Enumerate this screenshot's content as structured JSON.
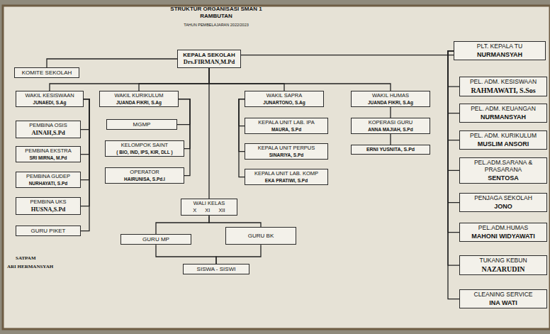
{
  "diagram": {
    "title": "STRUKTUR ORGANISASI SMAN 1 RAMBUTAN",
    "nodes": [
      {
        "text": [
          "KEPALA SEKOLAH",
          "Drs.FIRMAN,M.Pd"
        ]
      },
      {
        "text": [
          "KOMITE SEKOLAH"
        ]
      },
      {
        "text": [
          "WAKIL KESISWAAN",
          "JUNAEDI, S.Ag"
        ]
      },
      {
        "text": [
          "PEMBINA OSIS",
          "AINAH,S.Pd"
        ]
      },
      {
        "text": [
          "PEMBINA EKSTRA",
          "SRI MIRNA, M.Pd"
        ]
      },
      {
        "text": [
          "PEMBINA GUDEP",
          "NURHAYATI, S.Pd"
        ]
      },
      {
        "text": [
          "PEMBINA UKS",
          "HUSNA,S.Pd"
        ]
      },
      {
        "text": [
          "GURU PIKET"
        ]
      },
      {
        "text": [
          "WAKIL KURIKULUM",
          "JUANDA FIKRI, S.Ag"
        ]
      },
      {
        "text": [
          "MGMP"
        ]
      },
      {
        "text": [
          "KELOMPOK SAINT",
          "( BIO, IND, IPS, KIR, DLL )"
        ]
      },
      {
        "text": [
          "OPERATOR",
          "HAIRUNISA, S.Pd.I"
        ]
      },
      {
        "text": [
          "WAKIL SAPRA",
          "JUNARTONO, S.Ag"
        ]
      },
      {
        "text": [
          "KEPALA UNIT LAB. IPA",
          "MAURA, S.Pd"
        ]
      },
      {
        "text": [
          "KEPALA UNIT PERPUS",
          "SINARIYA, S.Pd"
        ]
      },
      {
        "text": [
          "KEPALA UNIT LAB. KOMP",
          "EKA PRATIWI, S.Pd"
        ]
      },
      {
        "text": [
          "WAKIL HUMAS",
          "JUANDA FIKRI, S.Ag"
        ]
      },
      {
        "text": [
          "KOPERASI GURU",
          "ANNA MAJIAH, S.Pd"
        ]
      },
      {
        "text": [
          "ERNI YUSNITA, S.Pd"
        ]
      },
      {
        "text": [
          "WALI KELAS",
          "X XI XII"
        ]
      },
      {
        "text": [
          "GURU MP"
        ]
      },
      {
        "text": [
          "GURU BK"
        ]
      },
      {
        "text": [
          "SISWA - SISWI"
        ]
      },
      {
        "text": [
          "PLT. KEPALA TU",
          "NURMANSYAH"
        ]
      },
      {
        "text": [
          "PEL. ADM. KESISWAAN",
          "RAHMAWATI, S.Sos"
        ]
      },
      {
        "text": [
          "PEL. ADM. KEUANGAN",
          "NURMANSYAH"
        ]
      },
      {
        "text": [
          "PEL. ADM. KURIKULUM",
          "MUSLIM ANSORI"
        ]
      },
      {
        "text": [
          "PEL.ADM.SARANA & PRASARANA",
          "SENTOSA"
        ]
      },
      {
        "text": [
          "PENJAGA SEKOLAH",
          "JONO"
        ]
      },
      {
        "text": [
          "PEL.ADM.HUMAS",
          "MAHONI WIDYAWATI"
        ]
      },
      {
        "text": [
          "TUKANG KEBUN",
          "NAZARUDIN"
        ]
      },
      {
        "text": [
          "CLEANING SERVICE",
          "INA WATI"
        ]
      }
    ],
    "edges": [
      {
        "from": 0,
        "to": 1,
        "arrow": "none"
      },
      {
        "from": 0,
        "to": 2,
        "arrow": "none"
      },
      {
        "from": 0,
        "to": 8,
        "arrow": "none"
      },
      {
        "from": 0,
        "to": 12,
        "arrow": "none"
      },
      {
        "from": 0,
        "to": 16,
        "arrow": "none"
      },
      {
        "from": 0,
        "to": 23,
        "arrow": "none"
      },
      {
        "from": 0,
        "to": 19,
        "arrow": "none"
      },
      {
        "from": 2,
        "to": 3,
        "arrow": "none"
      },
      {
        "from": 2,
        "to": 4,
        "arrow": "none"
      },
      {
        "from": 2,
        "to": 5,
        "arrow": "none"
      },
      {
        "from": 2,
        "to": 6,
        "arrow": "none"
      },
      {
        "from": 2,
        "to": 7,
        "arrow": "none"
      },
      {
        "from": 8,
        "to": 9,
        "arrow": "none"
      },
      {
        "from": 8,
        "to": 10,
        "arrow": "none"
      },
      {
        "from": 8,
        "to": 11,
        "arrow": "none"
      },
      {
        "from": 12,
        "to": 13,
        "arrow": "none"
      },
      {
        "from": 12,
        "to": 14,
        "arrow": "none"
      },
      {
        "from": 12,
        "to": 15,
        "arrow": "none"
      },
      {
        "from": 16,
        "to": 17,
        "arrow": "none"
      },
      {
        "from": 17,
        "to": 18,
        "arrow": "none"
      },
      {
        "from": 19,
        "to": 20,
        "arrow": "none"
      },
      {
        "from": 19,
        "to": 21,
        "arrow": "none"
      },
      {
        "from": 20,
        "to": 22,
        "arrow": "none"
      },
      {
        "from": 21,
        "to": 22,
        "arrow": "none"
      },
      {
        "from": 23,
        "to": 24,
        "arrow": "none"
      },
      {
        "from": 23,
        "to": 25,
        "arrow": "none"
      },
      {
        "from": 23,
        "to": 26,
        "arrow": "none"
      },
      {
        "from": 23,
        "to": 27,
        "arrow": "none"
      },
      {
        "from": 23,
        "to": 28,
        "arrow": "none"
      },
      {
        "from": 23,
        "to": 29,
        "arrow": "none"
      },
      {
        "from": 23,
        "to": 30,
        "arrow": "none"
      },
      {
        "from": 23,
        "to": 31,
        "arrow": "none"
      }
    ],
    "labels": [
      "TAHUN PEMBELAJARAN 2022/2023",
      "SATPAM",
      "ARI HERMANSYAH"
    ]
  }
}
